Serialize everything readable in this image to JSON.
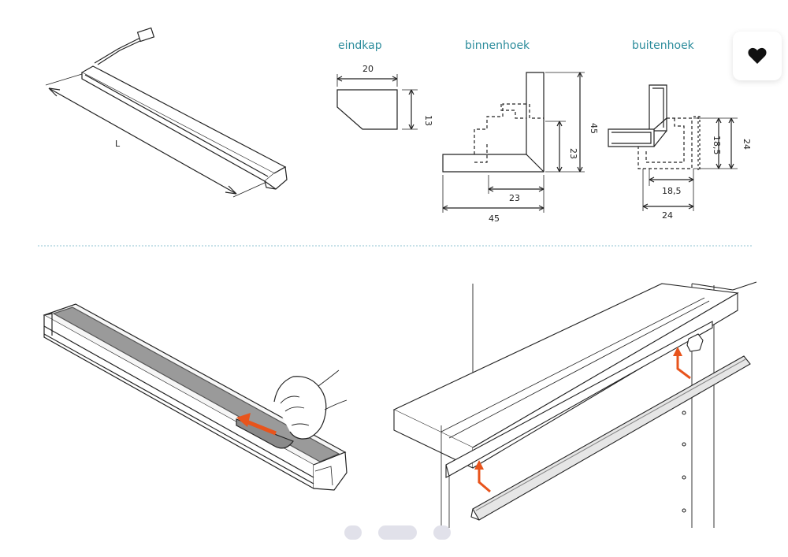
{
  "gallery": {
    "diagram_labels": {
      "light_length": "L",
      "end_cap": "eindkap",
      "inner_corner": "binnenhoek",
      "outer_corner": "buitenhoek"
    },
    "dimensions": {
      "end_cap_width": "20",
      "end_cap_height": "13",
      "inner_height_total": "45",
      "inner_height_part": "23",
      "inner_width_part": "23",
      "inner_width_total": "45",
      "outer_height_total": "24",
      "outer_height_part": "18,5",
      "outer_width_part": "18,5",
      "outer_width_total": "24"
    },
    "colors": {
      "accent_teal": "#2a8b9b",
      "arrow_orange": "#e8541c",
      "divider": "#8fc3d0",
      "dot": "#e1e1ea"
    },
    "pagination": {
      "count": 3,
      "active_index": 1
    },
    "favorite_icon": "heart-icon"
  }
}
